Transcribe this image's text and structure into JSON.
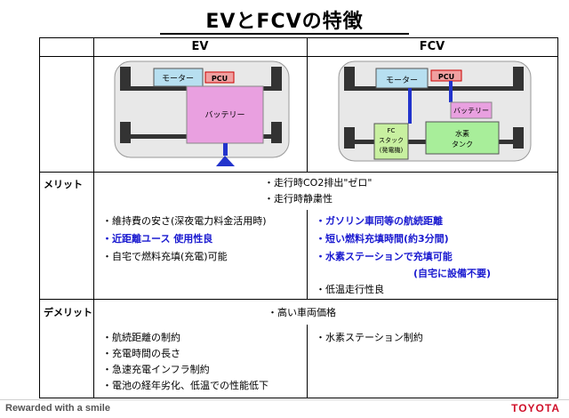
{
  "page": {
    "title": "EVとFCVの特徴"
  },
  "columns": {
    "ev": "EV",
    "fcv": "FCV"
  },
  "diagrams": {
    "ev": {
      "motor": "モーター",
      "pcu": "PCU",
      "battery": "バッテリー"
    },
    "fcv": {
      "motor": "モーター",
      "pcu": "PCU",
      "battery": "バッテリー",
      "fc_line1": "FC",
      "fc_line2": "スタック",
      "fc_line3": "(発電機)",
      "tank_line1": "水素",
      "tank_line2": "タンク"
    }
  },
  "rows": {
    "merit": {
      "label": "メリット",
      "common": [
        "・走行時CO2排出\"ゼロ\"",
        "・走行時静粛性"
      ],
      "ev": [
        "・維持費の安さ(深夜電力料金活用時)",
        "・近距離ユース 使用性良",
        "・自宅で燃料充填(充電)可能"
      ],
      "fcv": [
        "・ガソリン車同等の航続距離",
        "・短い燃料充填時間(約3分間)",
        "・水素ステーションで充填可能",
        "(自宅に設備不要)",
        "・低温走行性良"
      ]
    },
    "demerit": {
      "label": "デメリット",
      "common": [
        "・高い車両価格"
      ],
      "ev": [
        "・航続距離の制約",
        "・充電時間の長さ",
        "・急速充電インフラ制約",
        "・電池の経年劣化、低温での性能低下"
      ],
      "fcv": [
        "・水素ステーション制約"
      ]
    }
  },
  "footer": {
    "tagline": "Rewarded with a smile",
    "brand": "TOYOTA"
  }
}
